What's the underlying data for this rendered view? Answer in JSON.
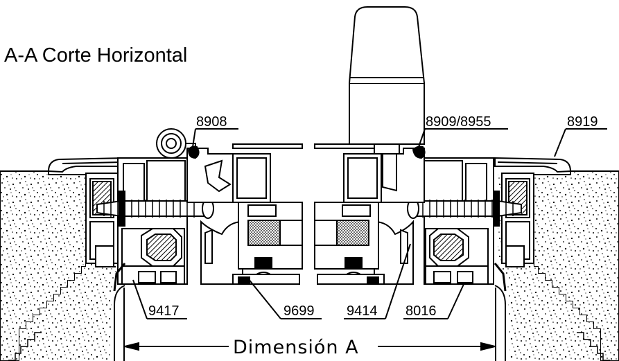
{
  "title": "A-A Corte Horizontal",
  "callouts": {
    "c8908": "8908",
    "c8909": "8909/8955",
    "c8919": "8919",
    "c9417": "9417",
    "c9699": "9699",
    "c9414": "9414",
    "c8016": "8016"
  },
  "dimension_label": "Dimensión  A",
  "colors": {
    "line": "#000000",
    "background": "#ffffff"
  }
}
